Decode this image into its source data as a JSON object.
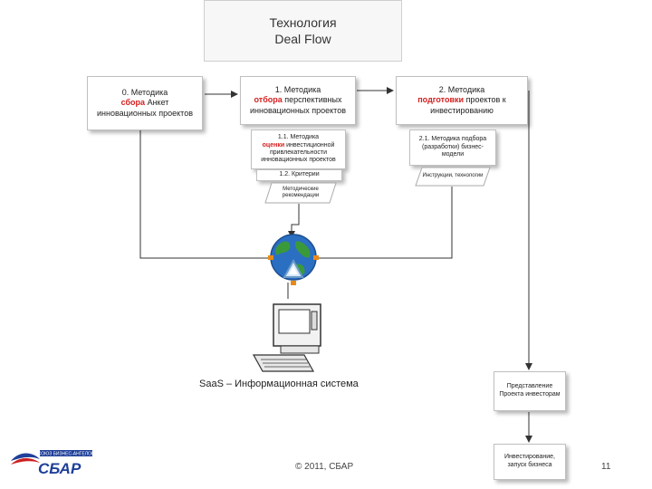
{
  "title": {
    "line1": "Технология",
    "line2": "Deal Flow"
  },
  "boxes": {
    "b0": {
      "pre": "0. Методика",
      "hl": "сбора",
      "post": "Анкет инновационных проектов"
    },
    "b1": {
      "pre": "1. Методика",
      "hl": "отбора",
      "post": "перспективных инновационных проектов"
    },
    "b2": {
      "pre": "2. Методика",
      "hl": "подготовки",
      "post": "проектов к инвестированию"
    },
    "b11": {
      "pre": "1.1. Методика",
      "hl": "оценки",
      "post": "инвестиционной привлекательности инновационных проектов"
    },
    "b12": {
      "text": "1.2. Критерии"
    },
    "b21": {
      "text": "2.1. Методика подбора (разработки) бизнес-модели"
    },
    "b_present": {
      "text": "Представление Проекта инвесторам"
    },
    "b_invest": {
      "text": "Инвестирование, запуск бизнеса"
    }
  },
  "parallelograms": {
    "p1": "Методические рекомендации",
    "p2": "Инструкции, технологии"
  },
  "system_caption": "SaaS – Информационная система",
  "footer": {
    "copyright": "© 2011, СБАР",
    "page": "11"
  },
  "logo": {
    "text": "СБАР",
    "small_text": "СОЮЗ БИЗНЕС-АНГЕЛОВ"
  },
  "colors": {
    "accent_red": "#d42020",
    "globe_blue": "#2b6fc2",
    "globe_green": "#3a9a3a",
    "connector_orange": "#e88a1a"
  }
}
